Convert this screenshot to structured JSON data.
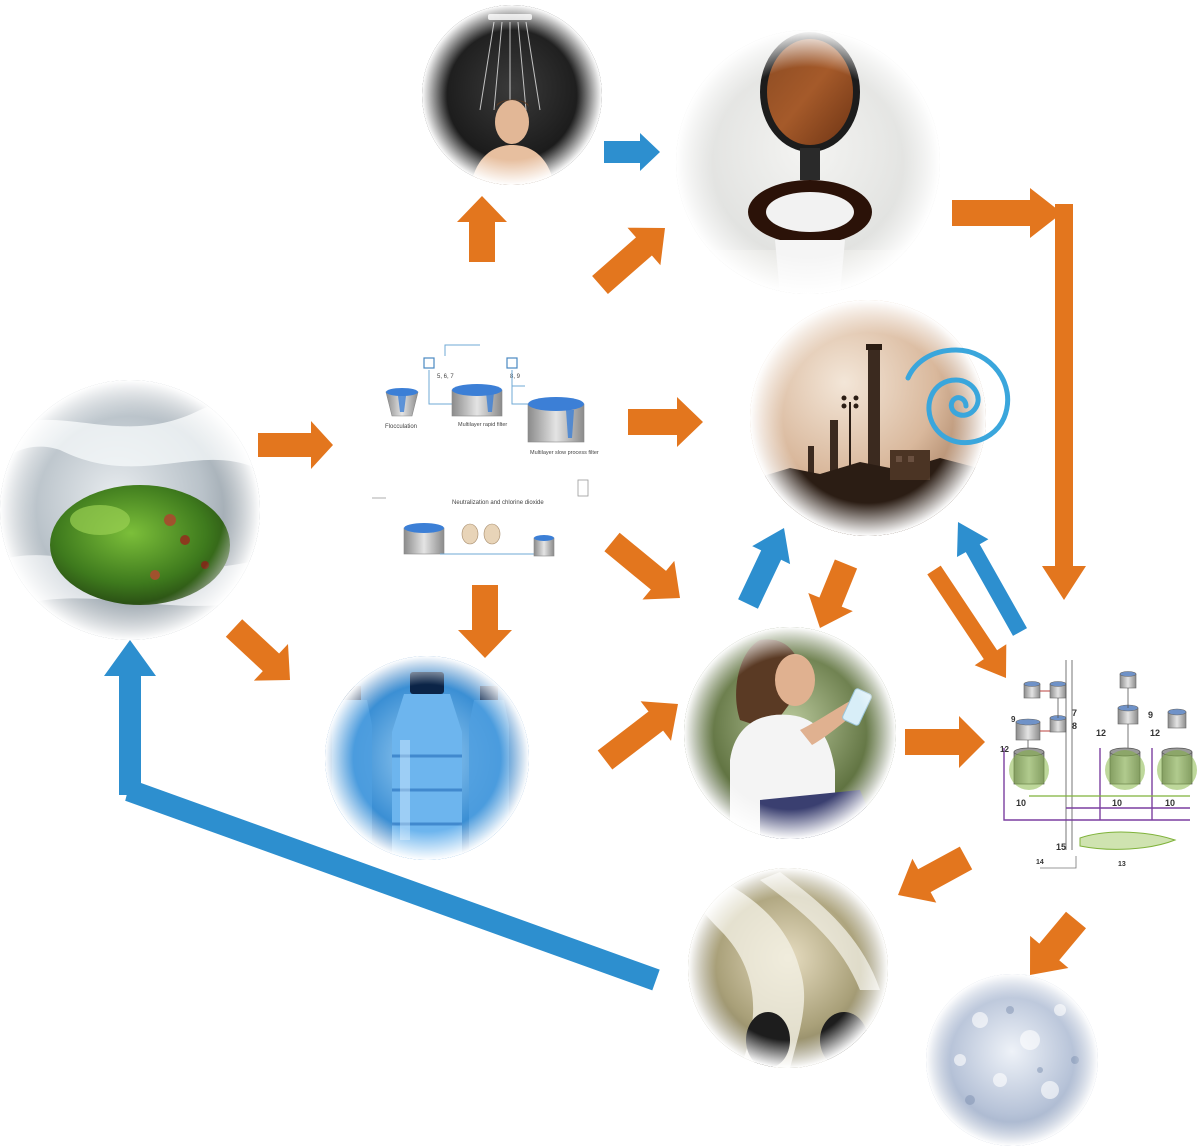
{
  "colors": {
    "flow_arrow": "#e3761e",
    "return_arrow": "#2d8fcf",
    "spiral": "#3aa6dc",
    "process_line": "#6fa9d6",
    "plant_pipe": "#7b3fa0",
    "plant_pipe_green": "#7fb23a"
  },
  "nodes": [
    {
      "id": "stream",
      "icon": "mossy-rock-stream"
    },
    {
      "id": "shower",
      "icon": "person-showering"
    },
    {
      "id": "toilet",
      "icon": "toilet"
    },
    {
      "id": "treatment",
      "icon": "treatment-process-schematic"
    },
    {
      "id": "power_plant",
      "icon": "power-plant-smokestack"
    },
    {
      "id": "bottles",
      "icon": "bottled-water"
    },
    {
      "id": "drinking",
      "icon": "person-drinking-water"
    },
    {
      "id": "wastewater_plant",
      "icon": "wastewater-plant-schematic"
    },
    {
      "id": "outfall",
      "icon": "discharge-pipes"
    },
    {
      "id": "sludge",
      "icon": "dried-sludge"
    }
  ],
  "treatment_schematic": {
    "labels": {
      "flocculation": "Flocculation",
      "multilayer_rapid_filter": "Multilayer rapid filter",
      "multilayer_slow_filter": "Multilayer slow process filter",
      "neutralization": "Neutralization and chlorine dioxide",
      "steps_a": "5, 6, 7",
      "steps_b": "8, 9"
    }
  },
  "wastewater_schematic": {
    "labels": {
      "n7": "7",
      "n8": "8",
      "n9a": "9",
      "n9b": "9",
      "n10a": "10",
      "n10b": "10",
      "n10c": "10",
      "n12a": "12",
      "n12b": "12",
      "n12c": "12",
      "n13": "13",
      "n14": "14",
      "n15": "15"
    }
  }
}
